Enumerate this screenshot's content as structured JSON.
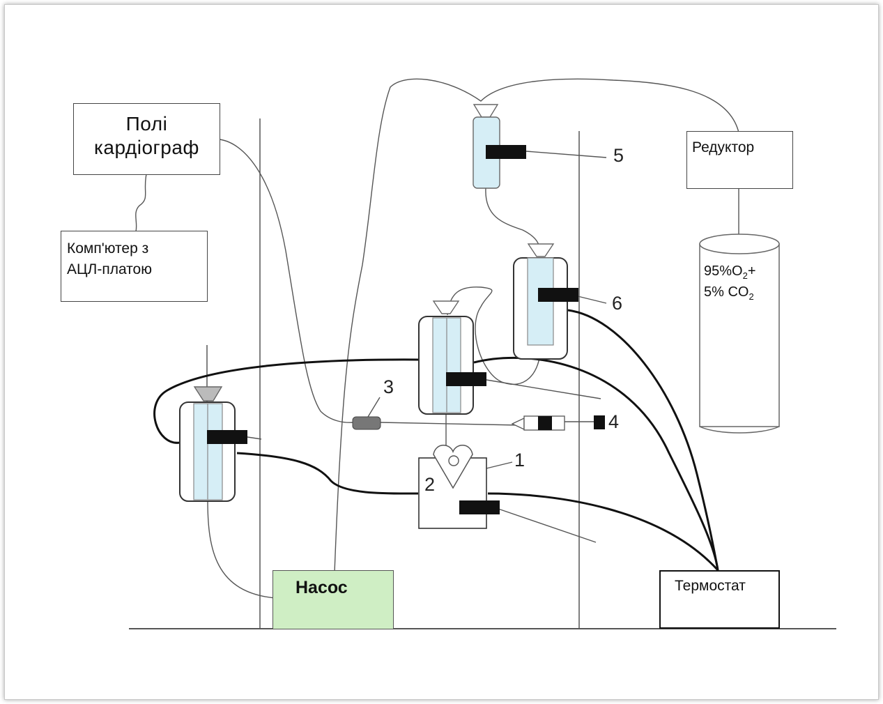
{
  "boxes": {
    "polycardiograph": [
      "Полі",
      "кардіограф"
    ],
    "computer": [
      "Комп'ютер з",
      "АЦЛ-платою"
    ],
    "reducer": "Редуктор",
    "pump": "Насос",
    "thermostat": "Термостат"
  },
  "gas": {
    "line1_pre": "95%O",
    "line1_sub": "2",
    "line1_post": "+",
    "line2_pre": "5% CO",
    "line2_sub": "2"
  },
  "labels": {
    "n1": "1",
    "n2": "2",
    "n3": "3",
    "n4": "4",
    "n5": "5",
    "n6": "6"
  },
  "colors": {
    "chamber_fill": "#d6eef6",
    "pump_fill": "#cfeec4",
    "sensor": "#111111",
    "valve": "#777777"
  }
}
